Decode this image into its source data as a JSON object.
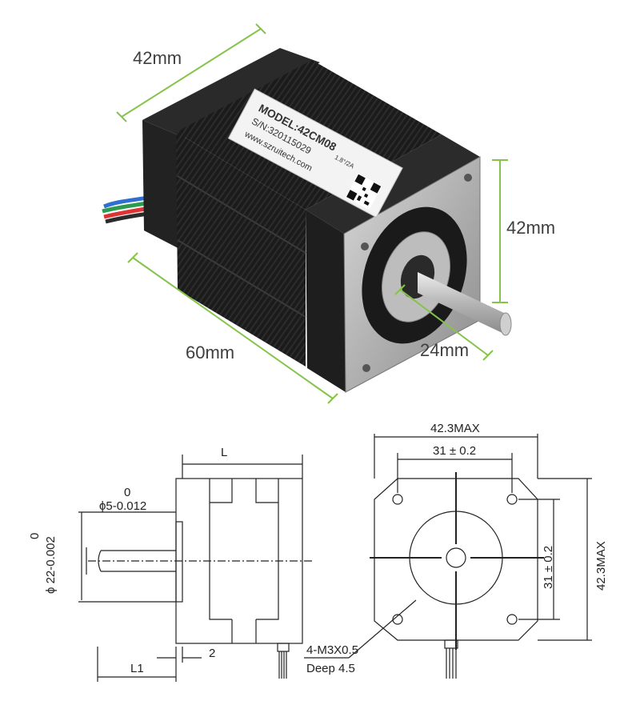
{
  "photo": {
    "dimensions": {
      "width_top": "42mm",
      "height_front": "42mm",
      "length": "60mm",
      "shaft": "24mm"
    },
    "label": {
      "model": "MODEL:42CM08",
      "serial": "S/N:320115029",
      "website": "www.szruitech.com",
      "spec": "1.8°/2A"
    }
  },
  "side_view": {
    "length_label": "L",
    "shaft_tol_top": "0",
    "shaft_diameter": "ϕ5-0.012",
    "boss_tol_top": "0",
    "boss_diameter": "ϕ 22-0.002",
    "offset_label": "2",
    "l1_label": "L1"
  },
  "front_view": {
    "max_top": "42.3MAX",
    "hole_spacing_h": "31 ± 0.2",
    "hole_spacing_v": "31 ± 0.2",
    "max_side": "42.3MAX",
    "thread_spec": "4-M3X0.5",
    "depth_spec": "Deep  4.5"
  },
  "colors": {
    "dimension_line": "#86c34a",
    "motor_body": "#1c1c1c",
    "flange": "#bdbdbd",
    "drawing_line": "#222222"
  }
}
